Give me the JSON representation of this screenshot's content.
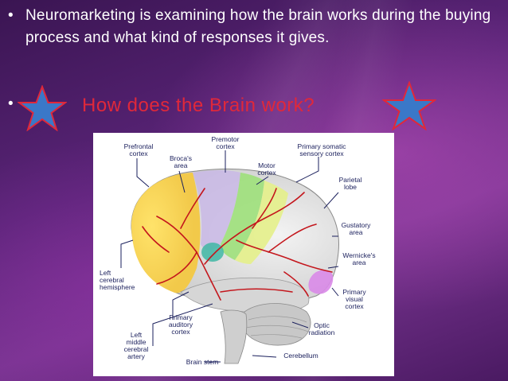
{
  "slide": {
    "bullet_symbol": "•",
    "intro_text": "Neuromarketing is examining how the brain works during the buying process and what kind of responses it gives.",
    "heading": "How does the Brain work?",
    "heading_color": "#e0283a",
    "star_color": "#3a78c8",
    "star_outline_color": "#e0283a"
  },
  "figure": {
    "labels": {
      "premotor": "Premotor\ncortex",
      "prefrontal": "Prefrontal\ncortex",
      "primary_somatic": "Primary somatic\nsensory cortex",
      "brocas": "Broca's\narea",
      "motor": "Motor\ncortex",
      "parietal": "Parietal\nlobe",
      "gustatory": "Gustatory\narea",
      "wernickes": "Wernicke's\narea",
      "left_cerebral": "Left\ncerebral\nhemisphere",
      "primary_visual": "Primary\nvisual\ncortex",
      "primary_auditory": "Primary\nauditory\ncortex",
      "optic": "Optic\nradiation",
      "left_middle": "Left\nmiddle\ncerebral\nartery",
      "cerebellum": "Cerebellum",
      "brain_stem": "Brain stem"
    }
  }
}
